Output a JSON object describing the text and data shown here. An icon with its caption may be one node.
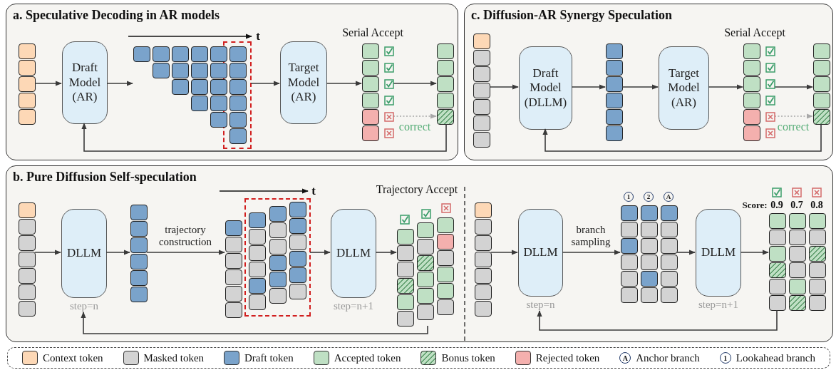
{
  "diagram": {
    "nodes": [
      {
        "text": [
          "a. Speculative Decoding in AR models"
        ]
      },
      {
        "text": [],
        "shape": "bar",
        "in": 0
      },
      {
        "text": [
          "Draft Model (AR)"
        ],
        "in": 0
      },
      {
        "text": [],
        "shape": "bar",
        "in": 0
      },
      {
        "text": [
          "Target Model (AR)"
        ],
        "in": 0
      },
      {
        "text": [],
        "shape": "bar",
        "in": 0
      },
      {
        "text": [],
        "shape": "bar",
        "in": 0
      },
      {
        "text": [
          "c. Diffusion-AR Synergy Speculation"
        ]
      },
      {
        "text": [],
        "shape": "bar",
        "in": 7
      },
      {
        "text": [
          "Draft Model (DLLM)"
        ],
        "in": 7
      },
      {
        "text": [],
        "shape": "bar",
        "in": 7
      },
      {
        "text": [
          "Target Model (AR)"
        ],
        "in": 7
      },
      {
        "text": [],
        "shape": "bar",
        "in": 7
      },
      {
        "text": [],
        "shape": "bar",
        "in": 7
      },
      {
        "text": [
          "b. Pure Diffusion Self-speculation"
        ]
      },
      {
        "text": [],
        "shape": "bar",
        "in": 14
      },
      {
        "text": [
          "DLLM"
        ],
        "beside": [
          "step=n"
        ],
        "in": 14
      },
      {
        "text": [],
        "shape": "bar",
        "in": 14
      },
      {
        "text": [],
        "shape": "bar",
        "in": 14
      },
      {
        "text": [
          "DLLM"
        ],
        "beside": [
          "step=n+1"
        ],
        "in": 14
      },
      {
        "text": [],
        "shape": "bar",
        "in": 14
      },
      {
        "text": [],
        "shape": "bar",
        "in": 14
      },
      {
        "text": [
          "DLLM"
        ],
        "beside": [
          "step=n"
        ],
        "in": 14
      },
      {
        "text": [],
        "shape": "bar",
        "in": 14
      },
      {
        "text": [
          "DLLM"
        ],
        "beside": [
          "step=n+1"
        ],
        "in": 14
      },
      {
        "text": [],
        "shape": "bar",
        "in": 14
      }
    ],
    "edges": [
      {
        "from": 1,
        "to": 2,
        "arrow": "to"
      },
      {
        "from": 2,
        "to": 3,
        "arrow": "to"
      },
      {
        "from": 3,
        "to": 4,
        "arrow": "to"
      },
      {
        "from": 4,
        "to": 5,
        "arrow": "to"
      },
      {
        "from": 5,
        "to": 6,
        "arrow": "to"
      },
      {
        "from": 5,
        "to": 6,
        "arrow": "to",
        "label": "correct",
        "style": "dashed",
        "color": "#a8a8a8"
      },
      {
        "from": 6,
        "to": 2,
        "arrow": "to"
      },
      {
        "from": 8,
        "to": 9,
        "arrow": "to"
      },
      {
        "from": 9,
        "to": 10,
        "arrow": "to"
      },
      {
        "from": 10,
        "to": 11,
        "arrow": "to"
      },
      {
        "from": 11,
        "to": 12,
        "arrow": "to"
      },
      {
        "from": 12,
        "to": 13,
        "arrow": "to"
      },
      {
        "from": 12,
        "to": 13,
        "arrow": "to",
        "label": "correct",
        "style": "dashed",
        "color": "#a8a8a8"
      },
      {
        "from": 13,
        "to": 9,
        "arrow": "to"
      },
      {
        "from": 15,
        "to": 16,
        "arrow": "to"
      },
      {
        "from": 16,
        "to": 17,
        "arrow": "to"
      },
      {
        "from": 17,
        "to": 18,
        "arrow": "to",
        "label": "trajectory construction"
      },
      {
        "from": 18,
        "to": 19,
        "arrow": "to"
      },
      {
        "from": 19,
        "to": 20,
        "arrow": "to"
      },
      {
        "from": 20,
        "to": 16,
        "arrow": "to"
      },
      {
        "from": 21,
        "to": 22,
        "arrow": "to"
      },
      {
        "from": 22,
        "to": 23,
        "arrow": "to",
        "label": "branch sampling"
      },
      {
        "from": 23,
        "to": 24,
        "arrow": "to"
      },
      {
        "from": 24,
        "to": 25,
        "arrow": "to"
      },
      {
        "from": 25,
        "to": 22,
        "arrow": "to"
      }
    ],
    "labels": [
      "t",
      "Serial Accept",
      "Serial Accept",
      "t",
      "Trajectory Accept",
      "1",
      "2",
      "A",
      "Score:",
      "0.9",
      "0.7",
      "0.8",
      "A",
      "1"
    ],
    "legend": [
      {
        "text": "Context token",
        "color": "#fdd8b6"
      },
      {
        "text": "Masked token",
        "color": "#d3d3d3"
      },
      {
        "text": "Draft token",
        "color": "#7aa3cb"
      },
      {
        "text": "Accepted token",
        "color": "#bfe0c4"
      },
      {
        "text": "Bonus token"
      },
      {
        "text": "Rejected token",
        "color": "#f4b0ae"
      },
      {
        "text": "Anchor branch"
      },
      {
        "text": "Lookahead branch"
      }
    ]
  }
}
